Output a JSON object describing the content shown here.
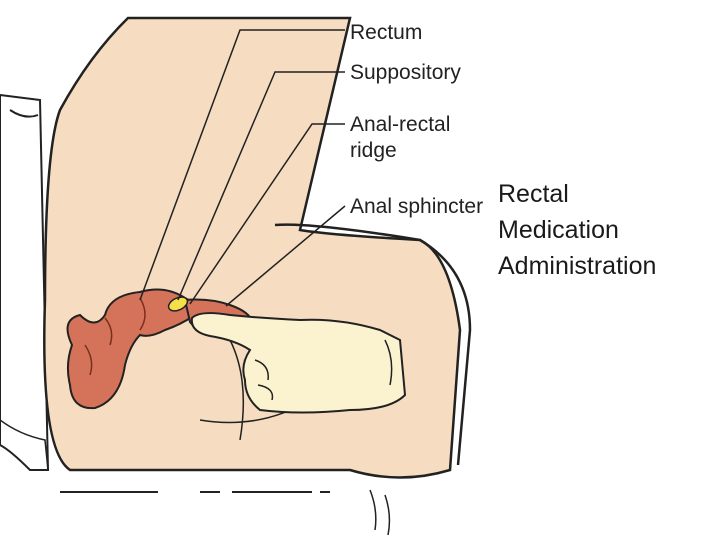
{
  "labels": {
    "rectum": "Rectum",
    "suppository": "Suppository",
    "anal_rectal_ridge_line1": "Anal-rectal",
    "anal_rectal_ridge_line2": "ridge",
    "anal_sphincter": "Anal sphincter"
  },
  "title": {
    "line1": "Rectal",
    "line2": "Medication",
    "line3": "Administration"
  },
  "colors": {
    "skin": "#f6dcc0",
    "tissue": "#d4735a",
    "glove": "#fbf3cf",
    "suppository": "#f5e04a",
    "outline": "#222222"
  }
}
